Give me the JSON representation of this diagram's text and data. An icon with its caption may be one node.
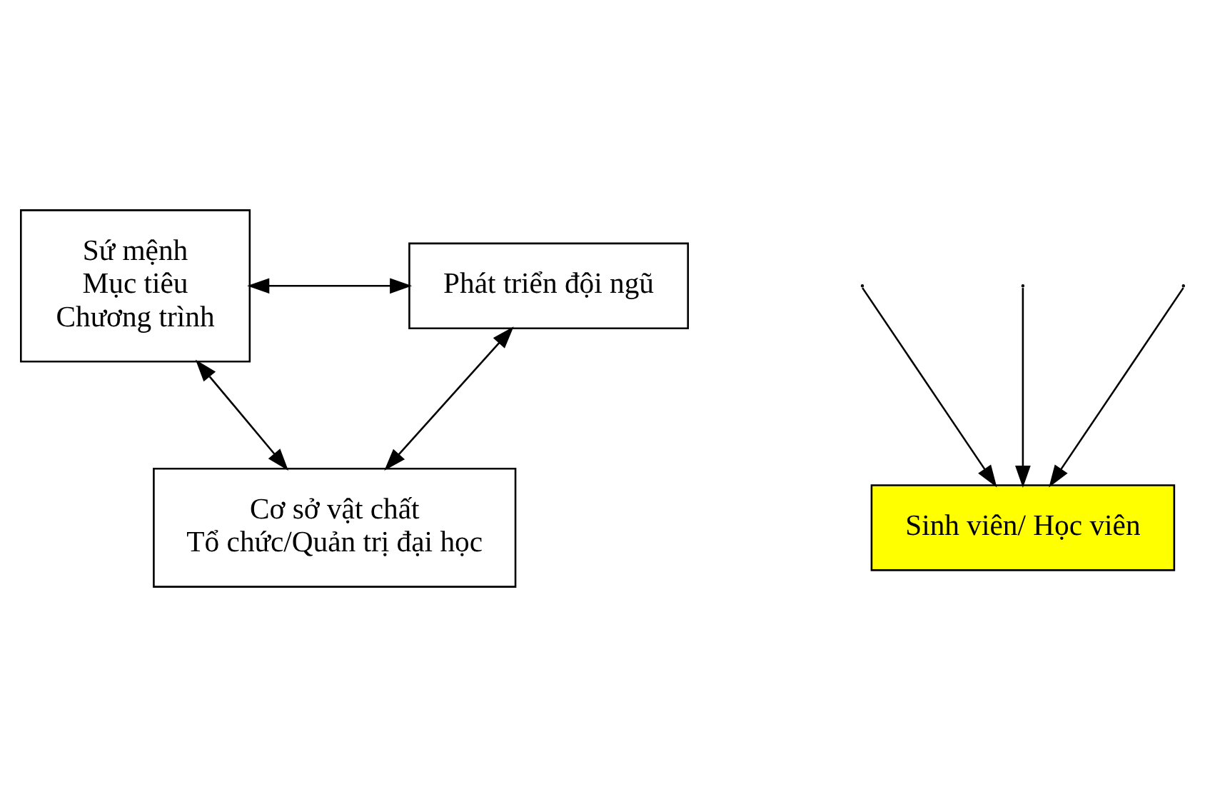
{
  "diagram": {
    "nodes": [
      {
        "text": [
          "Sứ mệnh",
          "Mục tiêu",
          "Chương trình"
        ]
      },
      {
        "text": [
          "Phát triển đội ngũ"
        ]
      },
      {
        "text": [
          "Sinh viên/ Học viên"
        ]
      },
      {
        "text": [
          "Cơ sở vật chất",
          "Tổ chức/Quản trị đại học"
        ]
      }
    ],
    "edges": [
      {
        "from": 0,
        "to": 1,
        "arrow": "both"
      },
      {
        "from": null,
        "to": 2,
        "arrow": "to"
      },
      {
        "from": 0,
        "to": 3,
        "arrow": "both"
      },
      {
        "from": 1,
        "to": 3,
        "arrow": "both"
      },
      {
        "from": null,
        "to": 2,
        "arrow": "to"
      },
      {
        "from": null,
        "to": 2,
        "arrow": "to"
      }
    ]
  }
}
